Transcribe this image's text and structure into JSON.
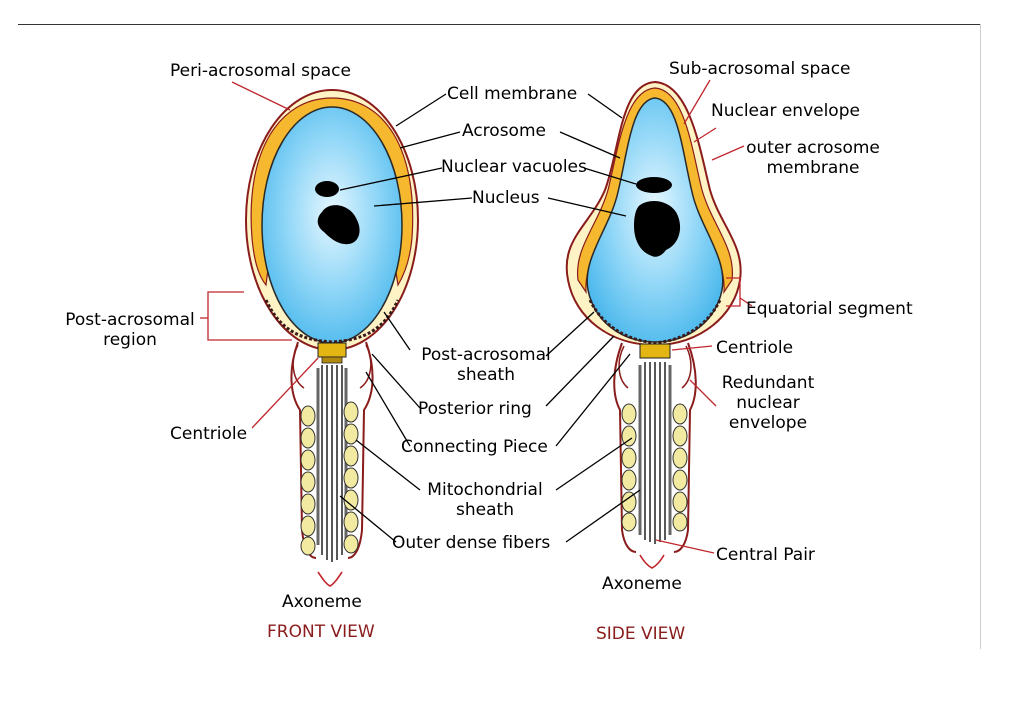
{
  "labels": {
    "peri_acrosomal_space": "Peri-acrosomal space",
    "cell_membrane": "Cell membrane",
    "acrosome": "Acrosome",
    "nuclear_vacuoles": "Nuclear vacuoles",
    "nucleus": "Nucleus",
    "sub_acrosomal_space": "Sub-acrosomal space",
    "nuclear_envelope": "Nuclear envelope",
    "outer_acrosome_membrane": "outer acrosome membrane",
    "post_acrosomal_region": "Post-acrosomal region",
    "post_acrosomal_sheath": "Post-acrosomal sheath",
    "equatorial_segment": "Equatorial segment",
    "centriole_left": "Centriole",
    "centriole_right": "Centriole",
    "posterior_ring": "Posterior ring",
    "redundant_nuclear_envelope": "Redundant nuclear envelope",
    "connecting_piece": "Connecting Piece",
    "mitochondrial_sheath": "Mitochondrial sheath",
    "outer_dense_fibers": "Outer dense fibers",
    "central_pair": "Central Pair",
    "axoneme_left": "Axoneme",
    "axoneme_right": "Axoneme"
  },
  "views": {
    "front": "FRONT VIEW",
    "side": "SIDE VIEW"
  },
  "colors": {
    "nucleus_fill": "#5fc6f2",
    "acrosome_fill": "#f5b82e",
    "membrane": "#8a1c1c",
    "pointer_red": "#c0272d",
    "vacuole": "#000000",
    "mitochondria": "#f3eaa2"
  }
}
